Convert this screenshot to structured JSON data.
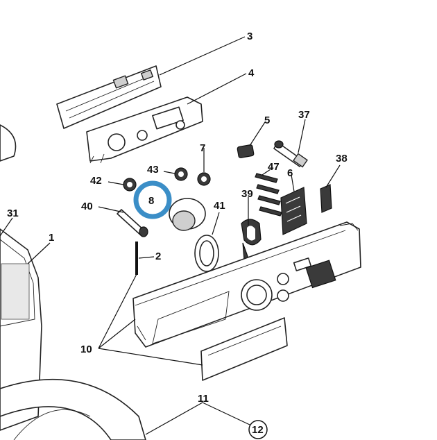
{
  "labels": {
    "l3": "3",
    "l4": "4",
    "l5": "5",
    "l37": "37",
    "l7": "7",
    "l42": "42",
    "l43": "43",
    "l47": "47",
    "l6": "6",
    "l38": "38",
    "l8": "8",
    "l40": "40",
    "l41": "41",
    "l39": "39",
    "l31": "31",
    "l1": "1",
    "l2": "2",
    "l10": "10",
    "l11": "11",
    "l12": "12"
  },
  "colors": {
    "highlight": "#3b8ec7",
    "line": "#222222",
    "dark_part": "#3a3a3a"
  }
}
